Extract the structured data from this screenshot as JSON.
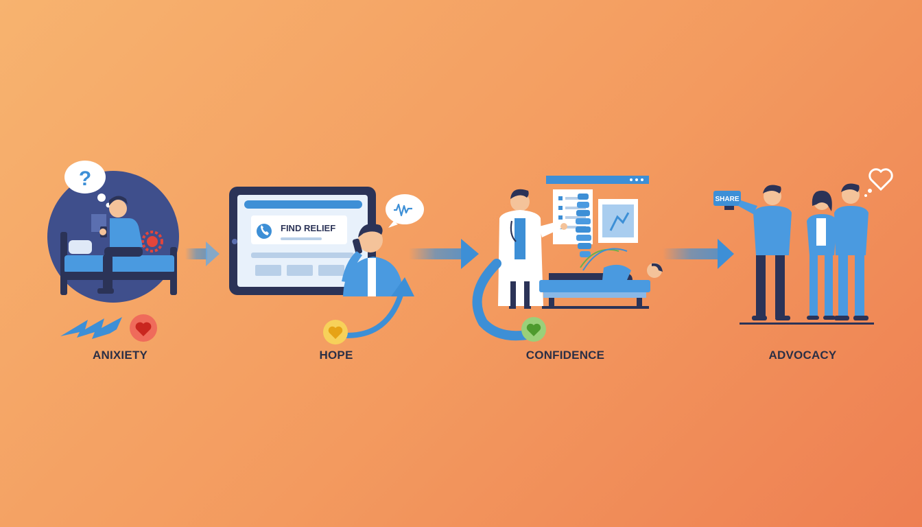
{
  "stages": [
    {
      "label": "ANIXIETY",
      "icon": "anxious-person-in-bed",
      "emotion_color": "#e2453b"
    },
    {
      "label": "HOPE",
      "icon": "person-on-phone-with-tablet",
      "emotion_color": "#f0b72c"
    },
    {
      "label": "CONFIDENCE",
      "icon": "doctor-with-patient-spine",
      "emotion_color": "#6ab04c"
    },
    {
      "label": "ADVOCACY",
      "icon": "group-sharing",
      "emotion_color": "#ffffff"
    }
  ],
  "tablet": {
    "headline": "FIND RELIEF"
  },
  "phone": {
    "button": "SHARE"
  },
  "thought_bubble": {
    "symbol": "?"
  },
  "colors": {
    "accent_blue": "#3d8fd6",
    "navy": "#2b3357",
    "background_start": "#f7b36f",
    "background_end": "#ee7f52"
  }
}
